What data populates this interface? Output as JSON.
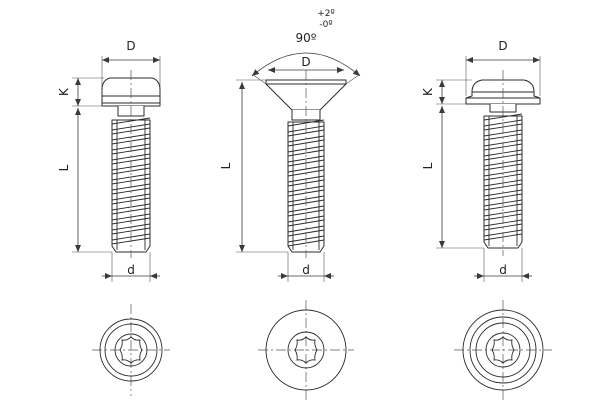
{
  "labels": {
    "head_diameter": "D",
    "head_height": "K",
    "length": "L",
    "thread_diameter": "d",
    "angle": "90º",
    "tol_plus": "+2º",
    "tol_minus": "-0º"
  },
  "icons": [
    "pan-head-screw-icon",
    "countersunk-screw-icon",
    "flange-head-screw-icon",
    "hexalobular-drive-icon"
  ],
  "colors": {
    "line": "#2b2b2b",
    "background": "#ffffff"
  }
}
